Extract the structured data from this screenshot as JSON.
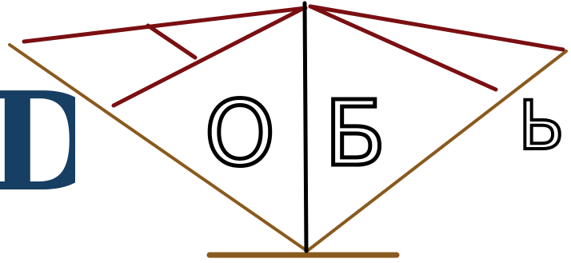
{
  "artwork": {
    "cropped_letter": "D",
    "letters": [
      "О",
      "Б",
      "Ь"
    ],
    "colors": {
      "roof_lines": "#7a0f12",
      "brace_lines": "#8a5a1d",
      "center_post": "#000000",
      "letter_outline": "#000000",
      "cropped_letter": "#173e63",
      "background": "#ffffff"
    }
  }
}
